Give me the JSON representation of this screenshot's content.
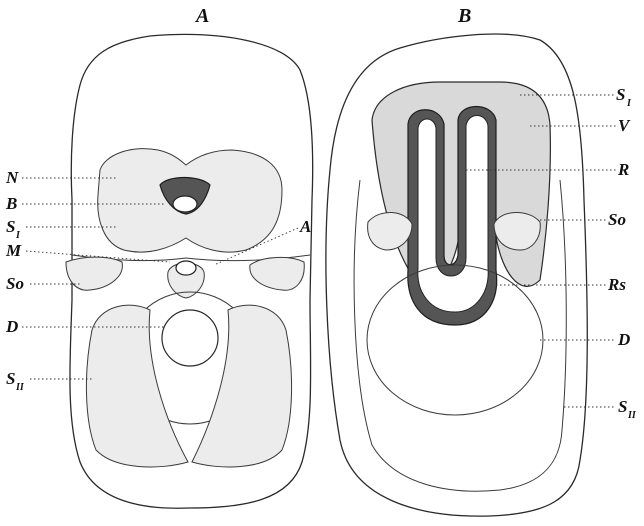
{
  "panels": {
    "left": "A",
    "right": "B"
  },
  "labels_left": {
    "N": "N",
    "B": "B",
    "S1": "S",
    "S1_sub": "I",
    "M": "M",
    "So": "So",
    "D": "D",
    "S2": "S",
    "S2_sub": "II",
    "A": "A"
  },
  "labels_right": {
    "S1": "S",
    "S1_sub": "I",
    "V": "V",
    "R": "R",
    "So": "So",
    "Rs": "Rs",
    "D": "D",
    "S2": "S",
    "S2_sub": "II"
  }
}
